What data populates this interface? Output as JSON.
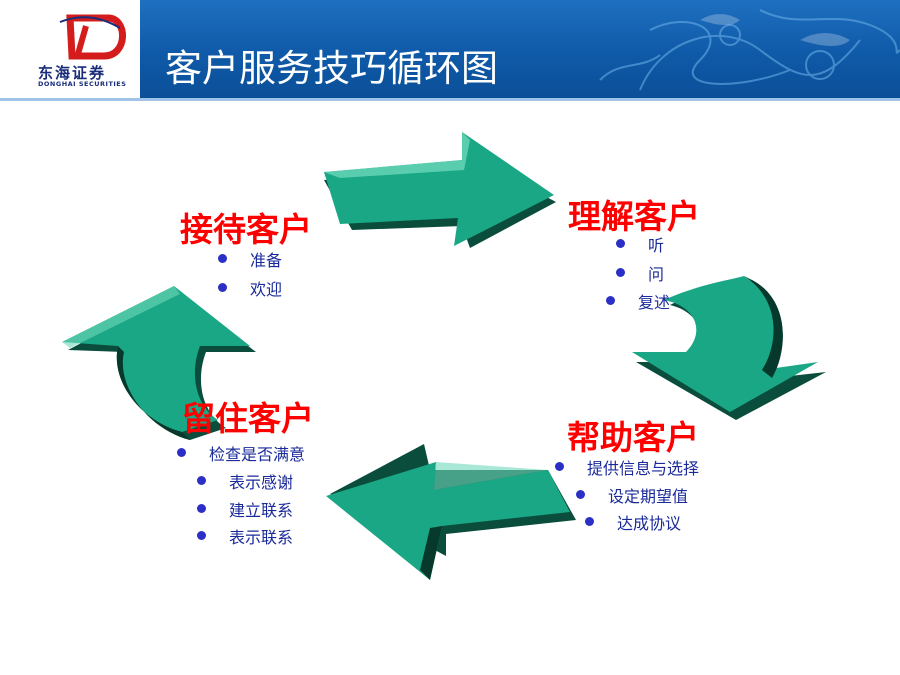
{
  "header": {
    "title": "客户服务技巧循环图",
    "logo": {
      "name": "东海证券",
      "sub": "DONGHAI SECURITIES"
    }
  },
  "colors": {
    "arrow_face": "#1aa785",
    "arrow_dark": "#0a4d3c",
    "arrow_light": "#6fd9bb",
    "title_red": "#ff0000",
    "text_blue": "#1a2a9a",
    "bullet_blue": "#2b2fc6",
    "header_blue": "#0f5aa8"
  },
  "stages": [
    {
      "title": "接待客户",
      "points": [
        "准备",
        "欢迎"
      ]
    },
    {
      "title": "理解客户",
      "points": [
        "听",
        "问",
        "复述"
      ]
    },
    {
      "title": "帮助客户",
      "points": [
        "提供信息与选择",
        "设定期望值",
        "达成协议"
      ]
    },
    {
      "title": "留住客户",
      "points": [
        "检查是否满意",
        "表示感谢",
        "建立联系",
        "表示联系"
      ]
    }
  ]
}
